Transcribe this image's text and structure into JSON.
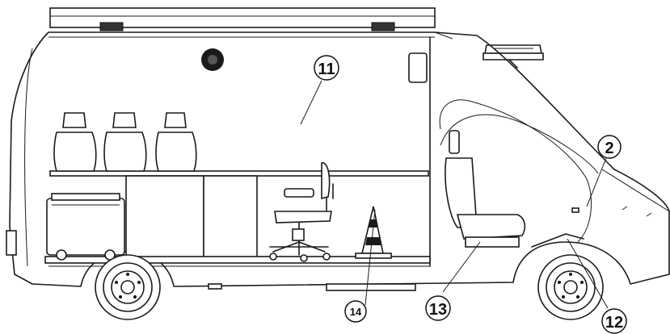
{
  "callouts": {
    "c11": "11",
    "c2": "2",
    "c13": "13",
    "c14": "14",
    "c12": "12"
  }
}
